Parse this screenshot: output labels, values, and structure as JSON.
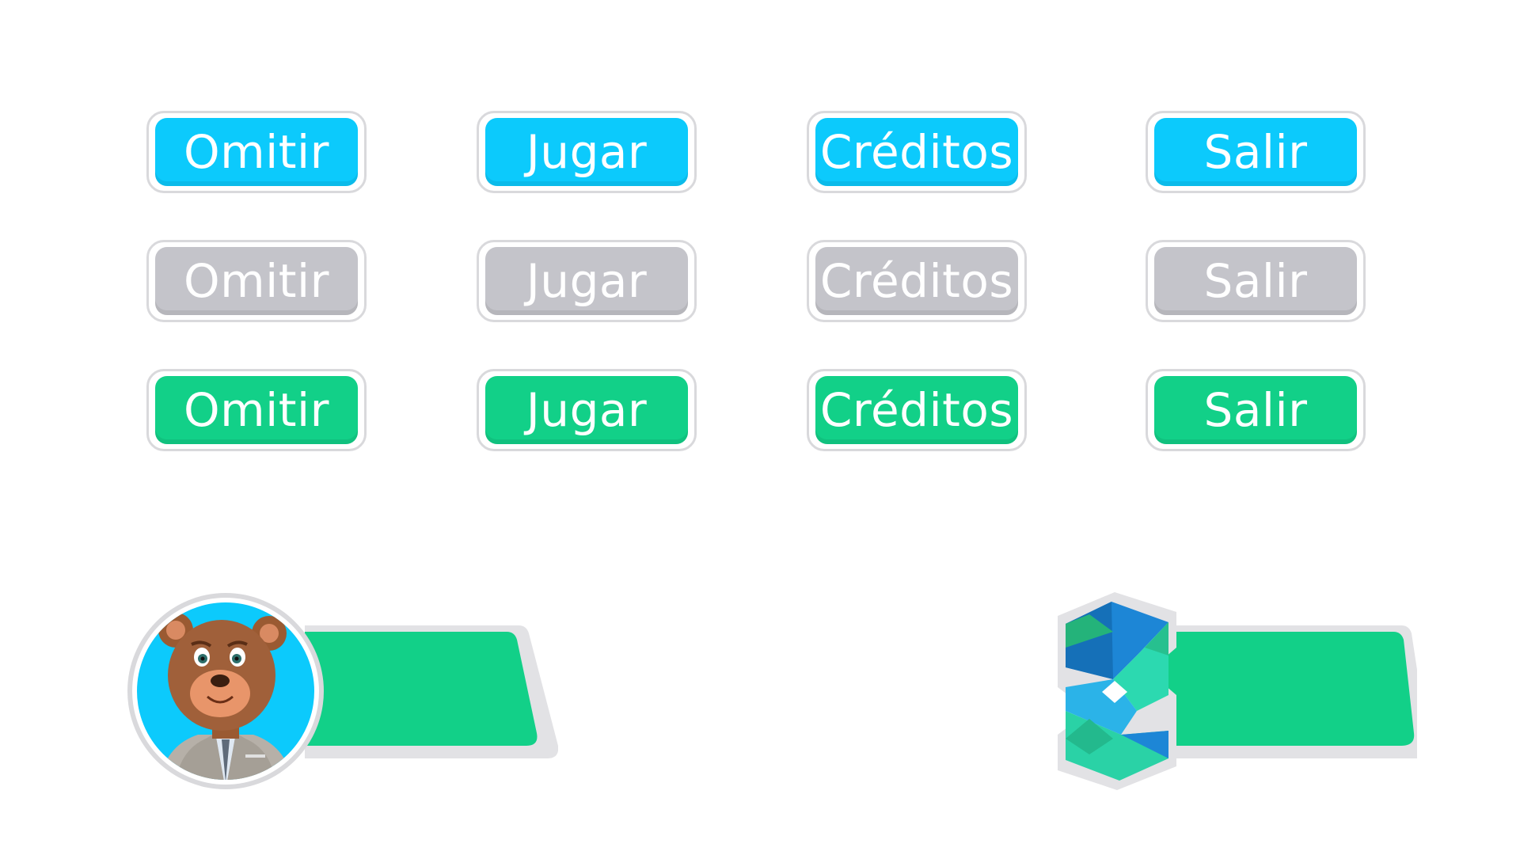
{
  "button_rows": [
    {
      "state": "normal",
      "color": "#0ccafc",
      "labels": [
        "Omitir",
        "Jugar",
        "Créditos",
        "Salir"
      ]
    },
    {
      "state": "disabled",
      "color": "#c4c4ca",
      "labels": [
        "Omitir",
        "Jugar",
        "Créditos",
        "Salir"
      ]
    },
    {
      "state": "active",
      "color": "#12d088",
      "labels": [
        "Omitir",
        "Jugar",
        "Créditos",
        "Salir"
      ]
    }
  ],
  "dialogue_left": {
    "avatar": "bear-character-icon",
    "panel_color": "#12d088",
    "text": ""
  },
  "dialogue_right": {
    "emblem": "logo-emblem-icon",
    "panel_color": "#12d088",
    "text": ""
  },
  "colors": {
    "blue": "#0ccafc",
    "gray": "#c4c4ca",
    "green": "#12d088",
    "outline": "#d9d9dc"
  }
}
